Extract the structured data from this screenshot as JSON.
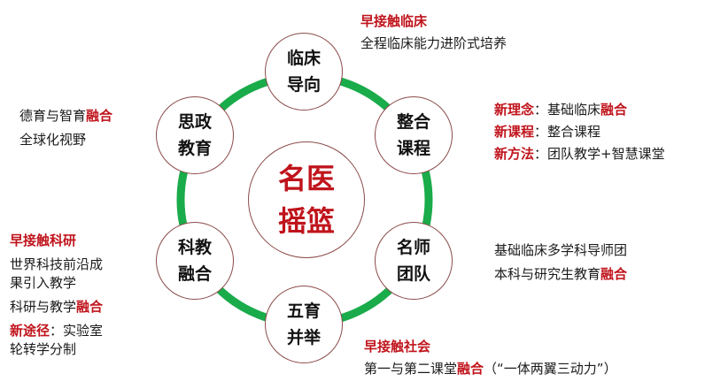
{
  "colors": {
    "ring": "#1aab4a",
    "accent": "#c0141c"
  },
  "center": {
    "line1": "名医",
    "line2": "摇篮"
  },
  "nodes": [
    {
      "line1": "临床",
      "line2": "导向"
    },
    {
      "line1": "整合",
      "line2": "课程"
    },
    {
      "line1": "名师",
      "line2": "团队"
    },
    {
      "line1": "五育",
      "line2": "并举"
    },
    {
      "line1": "科教",
      "line2": "融合"
    },
    {
      "line1": "思政",
      "line2": "教育"
    }
  ],
  "top": {
    "title": "早接触临床",
    "text": "全程临床能力进阶式培养"
  },
  "right_top": [
    {
      "label": "新理念",
      "sep": "：",
      "text": "基础临床",
      "bold": "融合"
    },
    {
      "label": "新课程",
      "sep": "：",
      "text": "整合课程",
      "bold": ""
    },
    {
      "label": "新方法",
      "sep": "：",
      "text": "团队教学+智慧课堂",
      "bold": ""
    }
  ],
  "right_bottom": {
    "line1": "基础临床多学科导师团",
    "line2_text": "本科与研究生教育",
    "line2_bold": "融合"
  },
  "bottom": {
    "title": "早接触社会",
    "text_a": "第一与第二课堂",
    "bold": "融合",
    "text_b": "（“一体两翼三动力”）"
  },
  "left_top": {
    "line1_text": "德育与智育",
    "line1_bold": "融合",
    "line2": "全球化视野"
  },
  "left_bottom": {
    "title": "早接触科研",
    "line1": "世界科技前沿成",
    "line2": "果引入教学",
    "line3_text": "科研与教学",
    "line3_bold": "融合",
    "line4_label": "新途径",
    "line4_sep": "：",
    "line4_text": "实验室",
    "line5": "轮转学分制"
  }
}
